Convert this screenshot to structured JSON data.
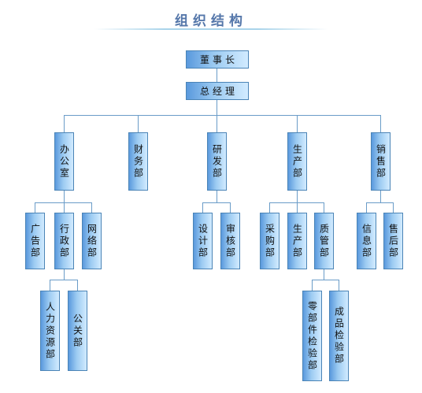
{
  "title": "组织结构",
  "chairman": "董事长",
  "gm": "总经理",
  "departments": {
    "office": "办公室",
    "finance": "财务部",
    "rnd": "研发部",
    "production": "生产部",
    "sales": "销售部"
  },
  "office_subs": {
    "ads": "广告部",
    "admin": "行政部",
    "network": "网络部"
  },
  "admin_subs": {
    "hr": "人力资源部",
    "pr": "公关部"
  },
  "rnd_subs": {
    "design": "设计部",
    "audit": "审核部"
  },
  "production_subs": {
    "purchasing": "采购部",
    "manufacturing": "生产部",
    "quality": "质管部"
  },
  "quality_subs": {
    "parts_inspection": "零部件检验部",
    "product_inspection": "成品检验部"
  },
  "sales_subs": {
    "info": "信息部",
    "after_sales": "售后部"
  }
}
